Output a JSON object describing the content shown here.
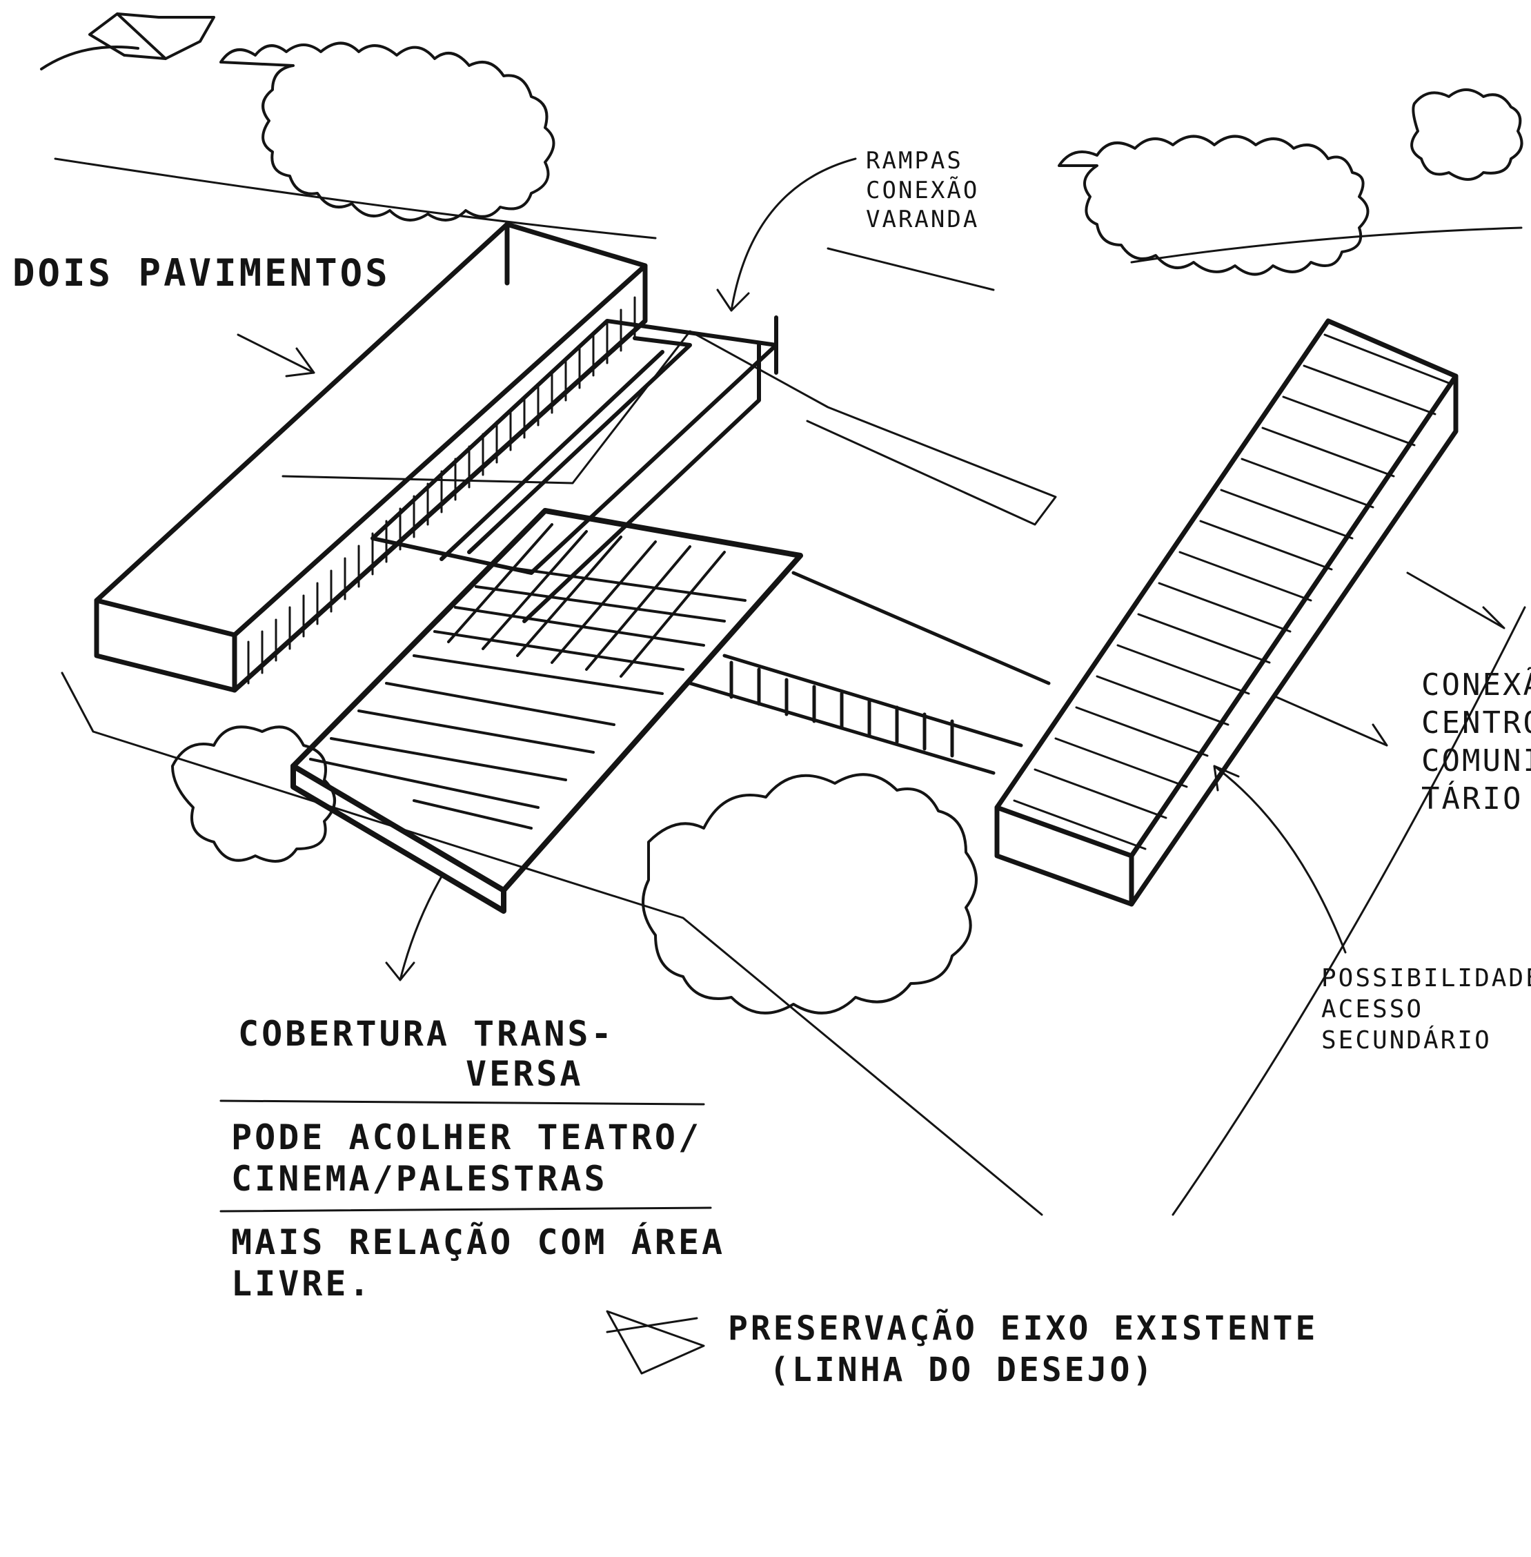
{
  "annotations": {
    "dois_pavimentos": "DOIS PAVIMENTOS",
    "rampas": [
      "RAMPAS",
      "CONEXÃO",
      "VARANDA"
    ],
    "conexao_centro": [
      "CONEXÃ",
      "CENTRO",
      "COMUNI-",
      "TÁRIO"
    ],
    "possibilidade": [
      "POSSIBILIDADE",
      "ACESSO",
      "SECUNDÁRIO"
    ],
    "cobertura": [
      "COBERTURA TRANS-",
      "VERSA"
    ],
    "pode_acolher": [
      "PODE ACOLHER TEATRO/",
      "CINEMA/PALESTRAS"
    ],
    "mais_relacao": [
      "MAIS RELAÇÃO COM ÁREA",
      "LIVRE."
    ],
    "preservacao": [
      "PRESERVAÇÃO EIXO EXISTENTE",
      "(LINHA DO DESEJO)"
    ]
  },
  "colors": {
    "ink": "#141414",
    "paper": "#ffffff"
  }
}
